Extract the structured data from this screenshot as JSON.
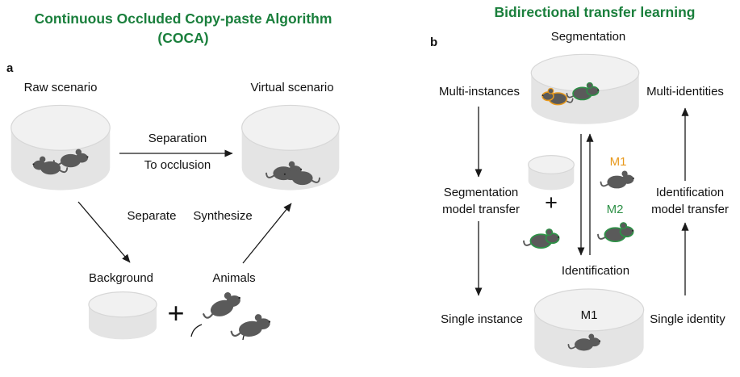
{
  "colors": {
    "title_green": "#1a7f3c",
    "m1_orange": "#e8991c",
    "m2_green": "#2e9147",
    "mouse_gray": "#5a5a5a",
    "dish_top": "#f1f1f1",
    "dish_body": "#e4e4e4"
  },
  "panel_a": {
    "panel_label": "a",
    "title_line1": "Continuous Occluded Copy-paste Algorithm",
    "title_line2": "(COCA)",
    "raw_scenario_label": "Raw scenario",
    "virtual_scenario_label": "Virtual scenario",
    "arrow_separation_top": "Separation",
    "arrow_separation_bottom": "To occlusion",
    "separate_label": "Separate",
    "synthesize_label": "Synthesize",
    "background_label": "Background",
    "animals_label": "Animals",
    "plus_sign": "+"
  },
  "panel_b": {
    "panel_label": "b",
    "title": "Bidirectional transfer learning",
    "segmentation_label": "Segmentation",
    "multi_instances_label": "Multi-instances",
    "multi_identities_label": "Multi-identities",
    "segmentation_transfer_line1": "Segmentation",
    "segmentation_transfer_line2": "model transfer",
    "identification_transfer_line1": "Identification",
    "identification_transfer_line2": "model transfer",
    "plus_sign": "+",
    "m1_label": "M1",
    "m2_label": "M2",
    "identification_label": "Identification",
    "single_instance_label": "Single instance",
    "single_identity_label": "Single identity",
    "bottom_dish_m1_label": "M1"
  }
}
